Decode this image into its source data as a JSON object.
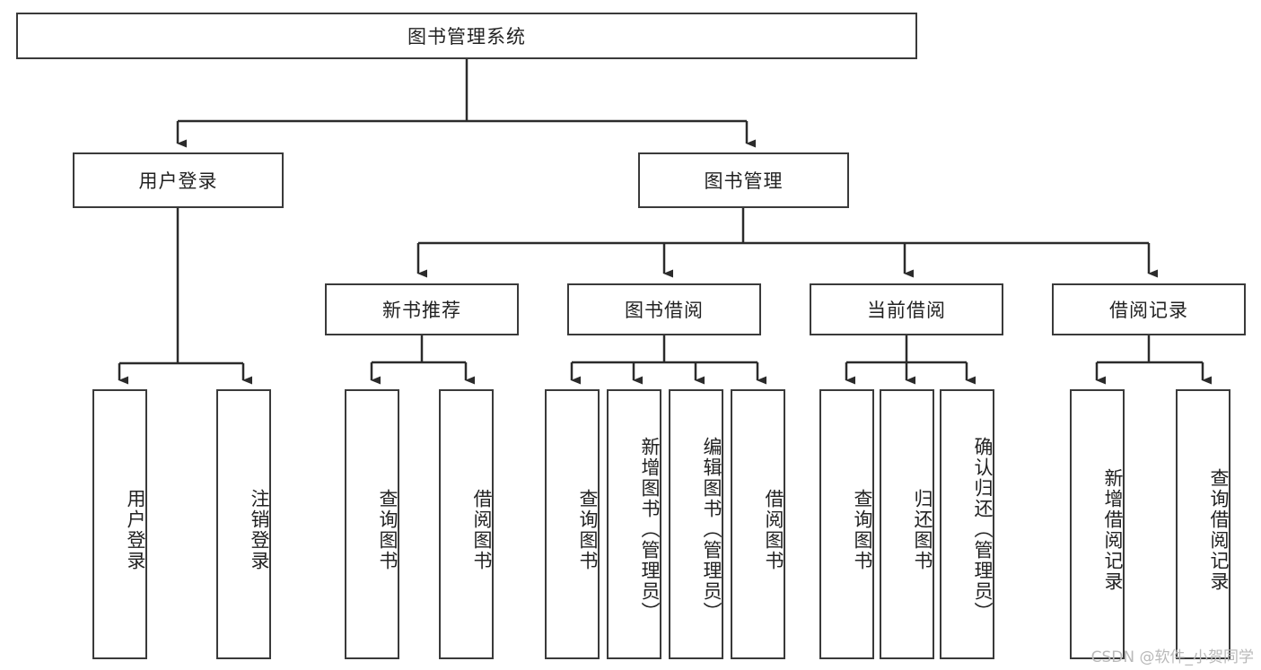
{
  "diagram": {
    "title": "图书管理系统",
    "watermark": "CSDN @软件_小贺同学",
    "colors": {
      "box_border": "#3a3a3a",
      "box_fill": "#ffffff",
      "edge": "#2b2b2b",
      "text": "#222222",
      "watermark": "#b9b9b9"
    },
    "root": {
      "label": "图书管理系统"
    },
    "level2": [
      {
        "label": "用户登录"
      },
      {
        "label": "图书管理"
      }
    ],
    "level3": [
      {
        "label": "新书推荐"
      },
      {
        "label": "图书借阅"
      },
      {
        "label": "当前借阅"
      },
      {
        "label": "借阅记录"
      }
    ],
    "leaves": {
      "user_login": [
        {
          "label": "用户登录"
        },
        {
          "label": "注销登录"
        }
      ],
      "new_book": [
        {
          "label": "查询图书"
        },
        {
          "label": "借阅图书"
        }
      ],
      "borrow": [
        {
          "label": "查询图书"
        },
        {
          "label": "新增图书（管理员）"
        },
        {
          "label": "编辑图书（管理员）"
        },
        {
          "label": "借阅图书"
        }
      ],
      "current": [
        {
          "label": "查询图书"
        },
        {
          "label": "归还图书"
        },
        {
          "label": "确认归还（管理员）"
        }
      ],
      "records": [
        {
          "label": "新增借阅记录"
        },
        {
          "label": "查询借阅记录"
        }
      ]
    }
  }
}
